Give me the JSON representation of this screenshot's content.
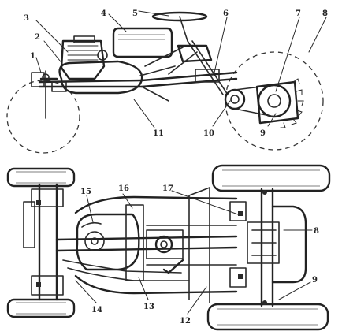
{
  "figure": {
    "side_view": {
      "callouts": [
        {
          "id": "c1",
          "text": "1"
        },
        {
          "id": "c2",
          "text": "2"
        },
        {
          "id": "c3",
          "text": "3"
        },
        {
          "id": "c4",
          "text": "4"
        },
        {
          "id": "c5",
          "text": "5"
        },
        {
          "id": "c6",
          "text": "6"
        },
        {
          "id": "c7",
          "text": "7"
        },
        {
          "id": "c8",
          "text": "8"
        },
        {
          "id": "c9",
          "text": "9"
        },
        {
          "id": "c10",
          "text": "10"
        },
        {
          "id": "c11",
          "text": "11"
        }
      ]
    },
    "top_view": {
      "callouts": [
        {
          "id": "c15",
          "text": "15"
        },
        {
          "id": "c16",
          "text": "16"
        },
        {
          "id": "c17",
          "text": "17"
        },
        {
          "id": "c8b",
          "text": "8"
        },
        {
          "id": "c9b",
          "text": "9"
        },
        {
          "id": "c12",
          "text": "12"
        },
        {
          "id": "c13",
          "text": "13"
        },
        {
          "id": "c14",
          "text": "14"
        }
      ]
    }
  }
}
